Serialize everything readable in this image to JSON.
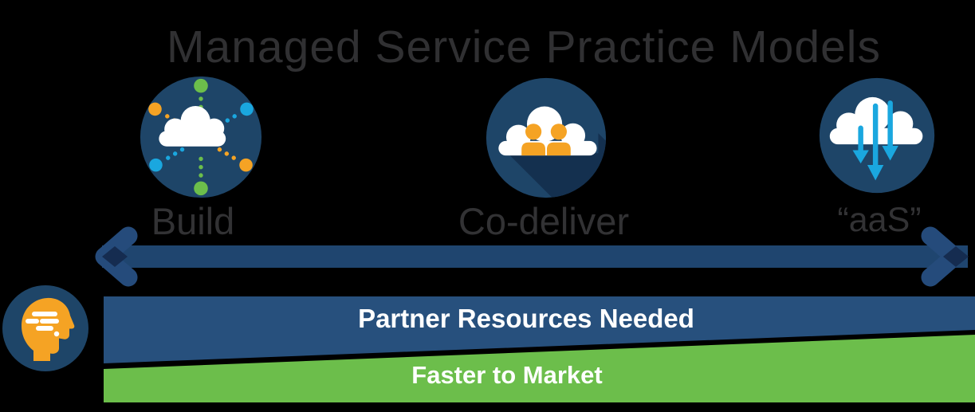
{
  "title": {
    "text": "Managed Service Practice Models"
  },
  "models": [
    {
      "label": "Build",
      "icon": "cloud-network-icon"
    },
    {
      "label": "Co-deliver",
      "icon": "cloud-people-icon"
    },
    {
      "label": "“aaS”",
      "icon": "cloud-download-arrows-icon"
    }
  ],
  "bands": {
    "partner_resources": {
      "label": "Partner Resources Needed",
      "color": "#27507D"
    },
    "faster_to_market": {
      "label": "Faster to Market",
      "color": "#6CBE4B"
    }
  },
  "side_icon": "thinking-head-icon",
  "arrow": {
    "shaft_color": "#1F456F",
    "head_color": "#254B7B",
    "overlap_color": "#152C50"
  },
  "colors": {
    "background": "#000000",
    "title_text": "#303032",
    "label_text": "#323234",
    "icon_circle_navy": "#1E4568",
    "icon_shadow_navy": "#14304F",
    "green": "#6CBE4B",
    "orange": "#F5A324",
    "cyan": "#1AA7DF",
    "white": "#FFFFFF"
  }
}
